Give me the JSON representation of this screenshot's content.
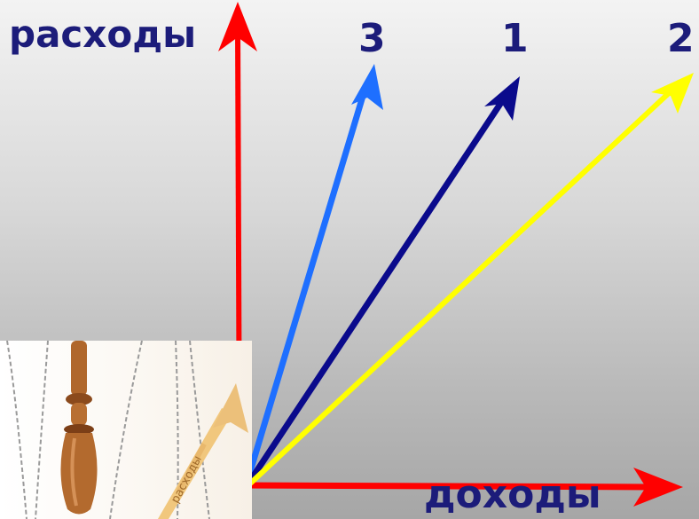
{
  "axis_labels": {
    "y": "расходы",
    "x": "доходы"
  },
  "vector_labels": [
    "3",
    "1",
    "2"
  ],
  "photo": {
    "tag_text": "расходы"
  },
  "colors": {
    "axis": "#ff0000",
    "vector_3": "#1e6fff",
    "vector_1": "#0a0a8c",
    "vector_2": "#ffff00",
    "label_text": "#1c1c7a"
  }
}
